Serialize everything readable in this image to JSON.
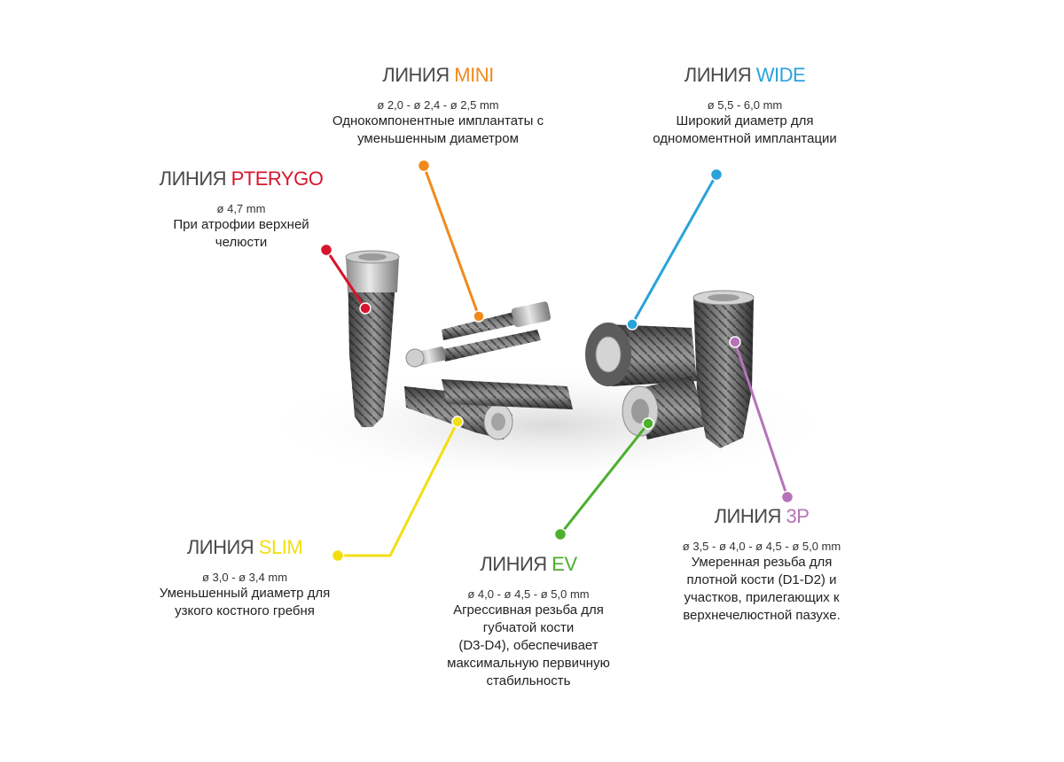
{
  "lines": [
    {
      "key": "mini",
      "prefix": "ЛИНИЯ ",
      "name": "MINI",
      "color": "#f08a1c",
      "spec": "ø 2,0 - ø 2,4 - ø 2,5 mm",
      "desc": [
        "Однокомпонентные имплантаты с",
        "уменьшенным диаметром"
      ]
    },
    {
      "key": "wide",
      "prefix": "ЛИНИЯ ",
      "name": "WIDE",
      "color": "#2aa3db",
      "spec": "ø 5,5 - 6,0  mm",
      "desc": [
        "Широкий диаметр для",
        "одномоментной имплантации"
      ]
    },
    {
      "key": "pterygo",
      "prefix": "ЛИНИЯ ",
      "name": "PTERYGO",
      "color": "#d8152e",
      "spec": "ø 4,7 mm",
      "desc": [
        "При атрофии верхней",
        "челюсти"
      ]
    },
    {
      "key": "3p",
      "prefix": "ЛИНИЯ ",
      "name": "3P",
      "color": "#b574b8",
      "spec": "ø 3,5 - ø 4,0 - ø 4,5 - ø 5,0 mm",
      "desc": [
        "Умеренная резьба для",
        "плотной кости (D1-D2) и",
        "участков, прилегающих к",
        "верхнечелюстной пазухе."
      ]
    },
    {
      "key": "slim",
      "prefix": "ЛИНИЯ ",
      "name": "SLIM",
      "color": "#f3df10",
      "spec": "ø 3,0 - ø 3,4 mm",
      "desc": [
        "Уменьшенный диаметр для",
        "узкого костного гребня"
      ]
    },
    {
      "key": "ev",
      "prefix": "ЛИНИЯ ",
      "name": "EV",
      "color": "#4caf2e",
      "spec": "ø 4,0 - ø 4,5 - ø 5,0 mm",
      "desc": [
        "Агрессивная резьба для",
        "губчатой кости",
        "(D3-D4), обеспечивает",
        "максимальную первичную",
        "стабильность"
      ]
    }
  ]
}
